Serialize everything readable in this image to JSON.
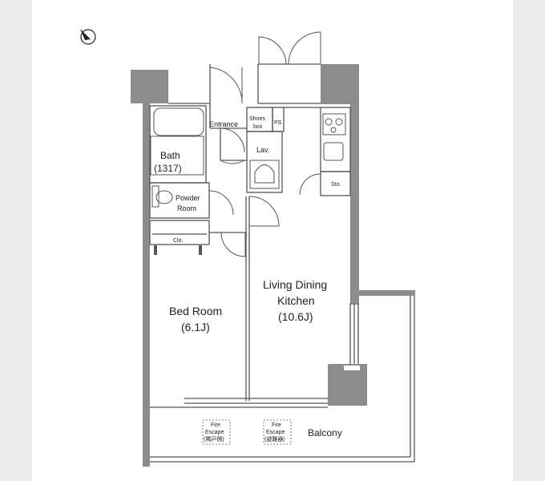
{
  "floorplan": {
    "rooms": {
      "entrance": "Entrance",
      "shoes_box_line1": "Shoes",
      "shoes_box_line2": "box",
      "ps": "PS",
      "lav": "Lav.",
      "bath_line1": "Bath",
      "bath_line2": "(1317)",
      "powder_line1": "Powder",
      "powder_line2": "Room",
      "closet": "Clo.",
      "storage": "Sto.",
      "bedroom_line1": "Bed Room",
      "bedroom_line2": "(6.1J)",
      "ldk_line1": "Living Dining",
      "ldk_line2": "Kitchen",
      "ldk_line3": "(10.6J)",
      "balcony": "Balcony",
      "fire_escape_1_line1": "Fire",
      "fire_escape_1_line2": "Escape",
      "fire_escape_1_line3": "(隣戸側)",
      "fire_escape_2_line1": "Fire",
      "fire_escape_2_line2": "Escape",
      "fire_escape_2_line3": "(避難器)"
    }
  }
}
